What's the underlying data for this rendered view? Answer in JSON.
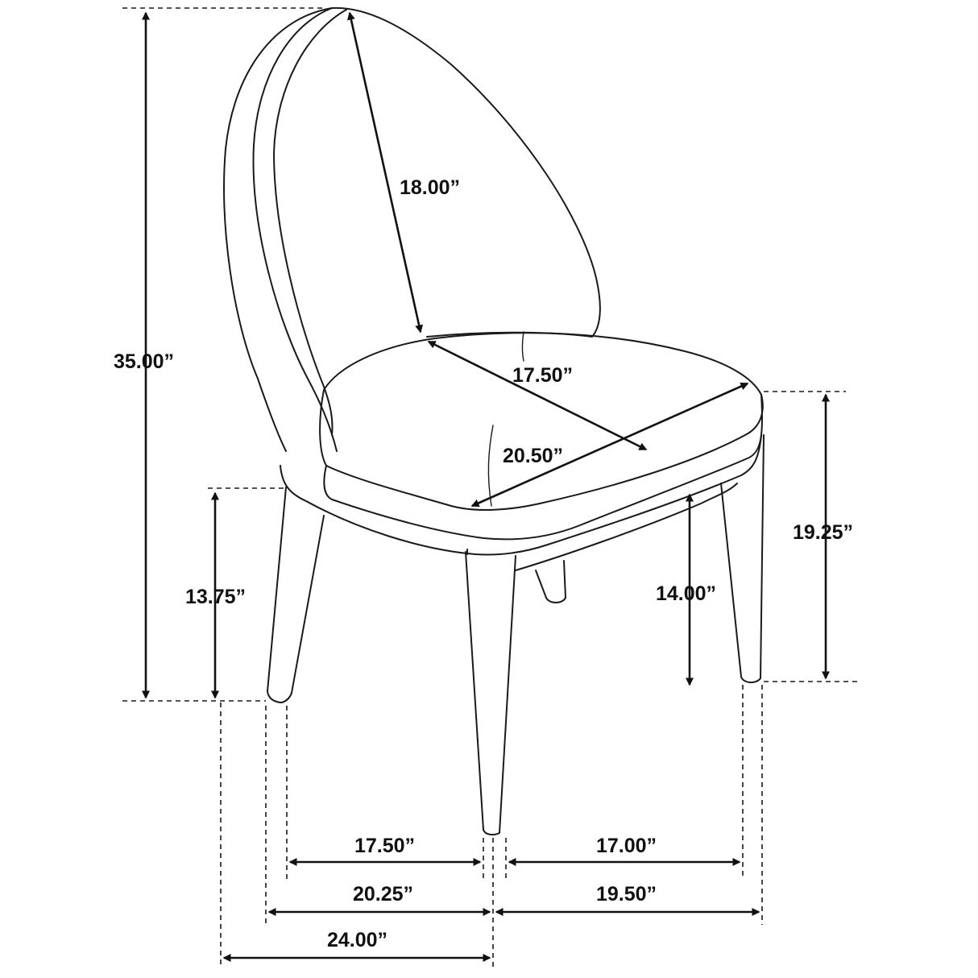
{
  "colors": {
    "line": "#1a1a1a",
    "text": "#111111",
    "background": "#ffffff"
  },
  "dimensions": {
    "overall_height": "35.00”",
    "backrest_height": "18.00”",
    "seat_depth": "17.50”",
    "seat_width": "20.50”",
    "seat_height": "19.25”",
    "arm_clearance_height": "13.75”",
    "under_seat_height": "14.00”",
    "front_leg_span_inner": "17.50”",
    "front_span": "20.25”",
    "overall_depth": "24.00”",
    "side_leg_span_inner": "17.00”",
    "side_span": "19.50”"
  }
}
